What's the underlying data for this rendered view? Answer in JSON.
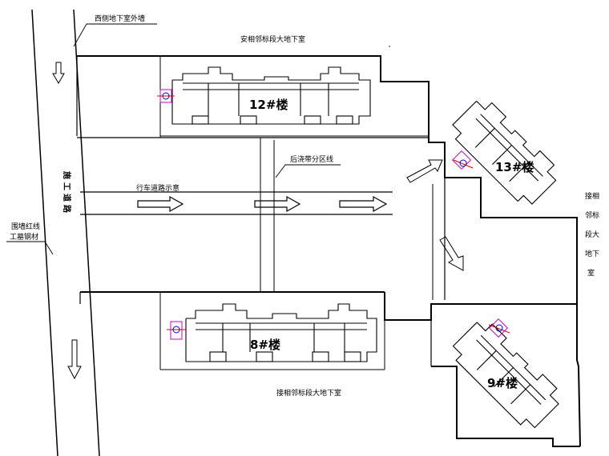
{
  "labels": {
    "west_wall": "西侧地下室外墙",
    "north_basement": "安相邻标段大地下室",
    "post_pour": "后浇带分区线",
    "vehicle_route": "行车道路示意",
    "construction_road": "施工道路",
    "perimeter_fence": "围墙红线",
    "fence_material": "工墓钢材",
    "south_basement": "接相邻标段大地下室",
    "east_basement_col1": [
      "接相",
      "邻标",
      "段大",
      "地下",
      "室"
    ]
  },
  "buildings": {
    "b12": "12#楼",
    "b13": "13#楼",
    "b8": "8#楼",
    "b9": "9#楼"
  }
}
